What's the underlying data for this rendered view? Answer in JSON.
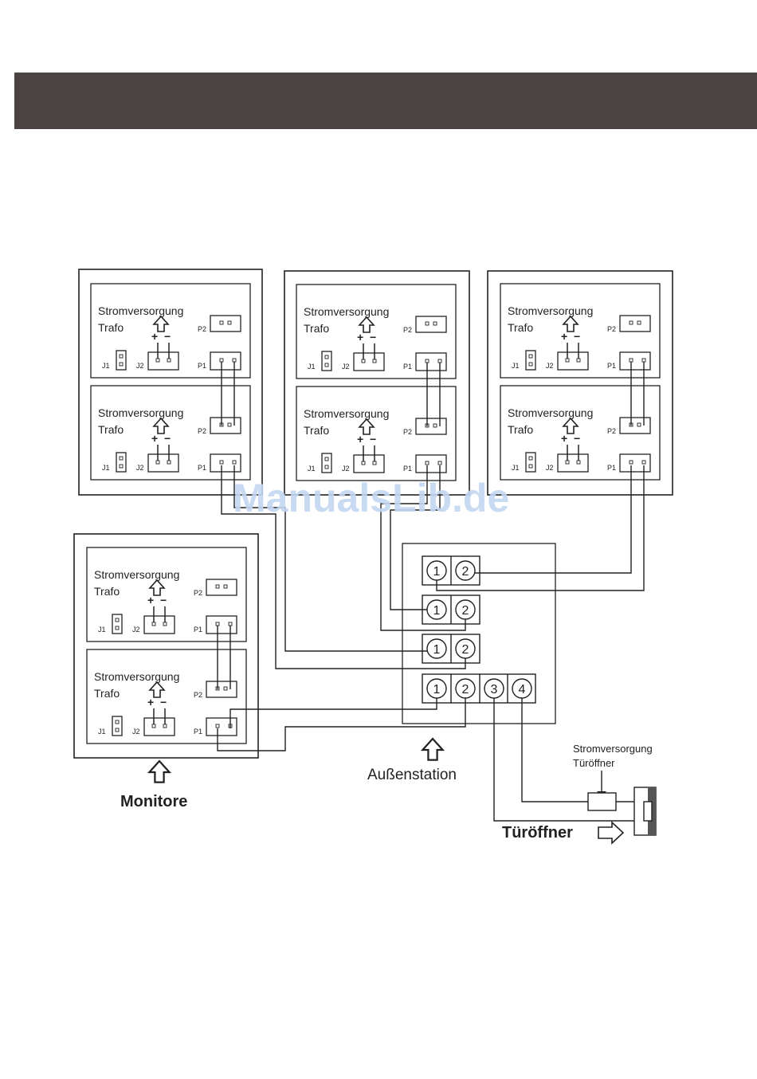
{
  "watermark": "ManualsLib.de",
  "board": {
    "power_line1": "Stromversorgung",
    "power_line2": "Trafo",
    "plus": "+",
    "minus": "−",
    "p1": "P1",
    "p2": "P2",
    "j1": "J1",
    "j2": "J2"
  },
  "terminals": {
    "t1": "1",
    "t2": "2",
    "t3": "3",
    "t4": "4"
  },
  "labels": {
    "monitors": "Monitore",
    "outdoor_station": "Außenstation",
    "door_opener_supply_line1": "Stromversorgung",
    "door_opener_supply_line2": "Türöffner",
    "door_opener": "Türöffner"
  },
  "colors": {
    "header": "#4a4341",
    "line": "#222222",
    "watermark": "#c4d6f2"
  },
  "icons": {
    "arrow_up": "hollow-arrow-up-icon",
    "arrow_right": "hollow-arrow-right-icon",
    "door_lock": "door-lock-icon"
  }
}
